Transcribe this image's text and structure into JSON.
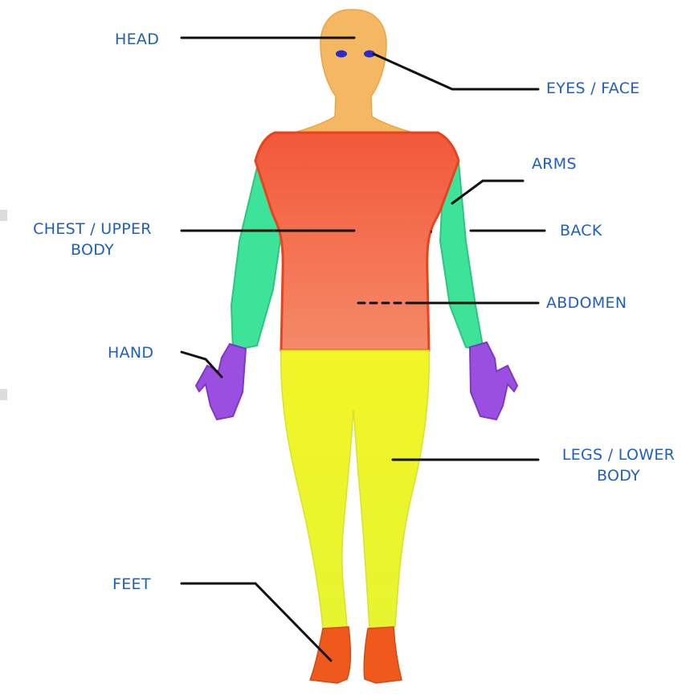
{
  "labels": {
    "head": "HEAD",
    "eyes_face": "EYES / FACE",
    "arms": "ARMS",
    "chest_line1": "CHEST /  UPPER",
    "chest_line2": "BODY",
    "back": "BACK",
    "abdomen": "ABDOMEN",
    "hand": "HAND",
    "legs_line1": "LEGS / LOWER",
    "legs_line2": "BODY",
    "feet": "FEET"
  },
  "colors": {
    "head": "#f5b862",
    "eyes": "#2a2ad0",
    "torso": "#f36b4a",
    "torso_outline": "#e8421e",
    "arms": "#3ee39a",
    "hands": "#9b4fe0",
    "legs": "#eef526",
    "feet": "#ef5a1c",
    "label_text": "#1f5fbf",
    "leader_line": "#111111"
  }
}
